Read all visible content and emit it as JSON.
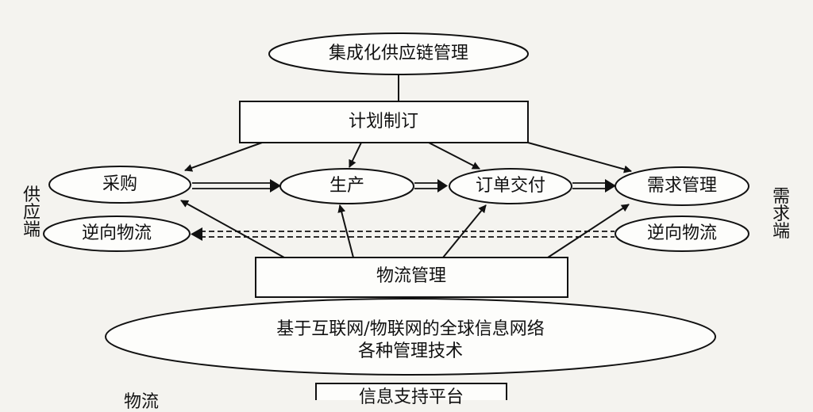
{
  "diagram": {
    "top_ellipse": "集成化供应链管理",
    "planning": "计划制订",
    "procurement": "采购",
    "production": "生产",
    "order_delivery": "订单交付",
    "demand_mgmt": "需求管理",
    "reverse_left": "逆向物流",
    "reverse_right": "逆向物流",
    "logistics_mgmt": "物流管理",
    "network_line1": "基于互联网/物联网的全球信息网络",
    "network_line2": "各种管理技术",
    "supply_side": "供应端",
    "demand_side": "需求端",
    "bottom_partial_left": "物流",
    "bottom_partial_box": "信息支持平台"
  }
}
